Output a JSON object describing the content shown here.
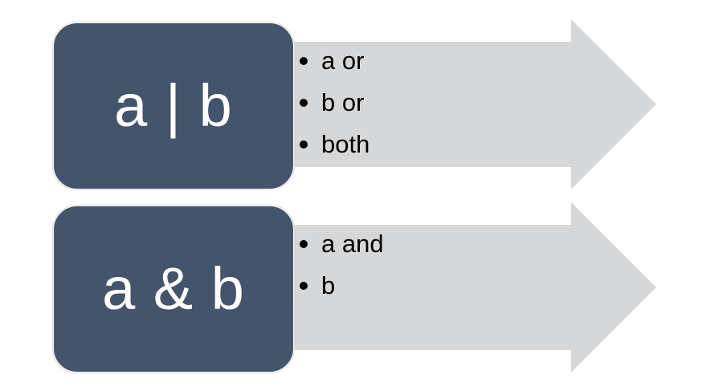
{
  "diagram": {
    "rows": [
      {
        "box_label": "a | b",
        "bullets": [
          "a or",
          "b or",
          "both"
        ]
      },
      {
        "box_label": "a & b",
        "bullets": [
          "a and",
          "b"
        ]
      }
    ],
    "colors": {
      "box_fill": "#44546a",
      "box_text": "#ffffff",
      "arrow_fill": "#d6d7d9",
      "bullet_text": "#000000"
    }
  }
}
